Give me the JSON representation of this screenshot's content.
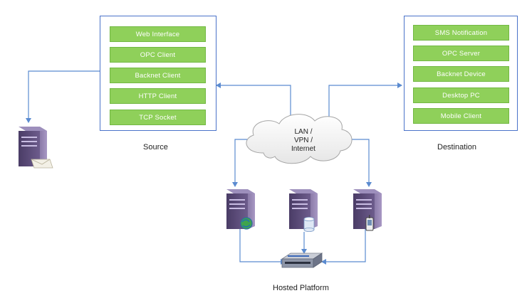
{
  "source": {
    "label": "Source",
    "items": [
      "Web Interface",
      "OPC Client",
      "Backnet Client",
      "HTTP Client",
      "TCP Socket"
    ]
  },
  "destination": {
    "label": "Destination",
    "items": [
      "SMS Notification",
      "OPC Server",
      "Backnet Device",
      "Desktop PC",
      "Mobile Client"
    ]
  },
  "cloud": {
    "lines": [
      "LAN /",
      "VPN /",
      "Internet"
    ]
  },
  "platform": {
    "label": "Hosted Platform"
  },
  "colors": {
    "box_border": "#4a73c9",
    "button_fill": "#8fd05a",
    "connector": "#5b8bd0",
    "server_body": "#5b4a78"
  },
  "icons": {
    "external_server": "mail-server-icon",
    "web_server": "web-server-icon",
    "db_server": "database-server-icon",
    "mobile_server": "mobile-server-icon",
    "switch": "network-switch-icon",
    "cloud": "cloud-icon"
  }
}
